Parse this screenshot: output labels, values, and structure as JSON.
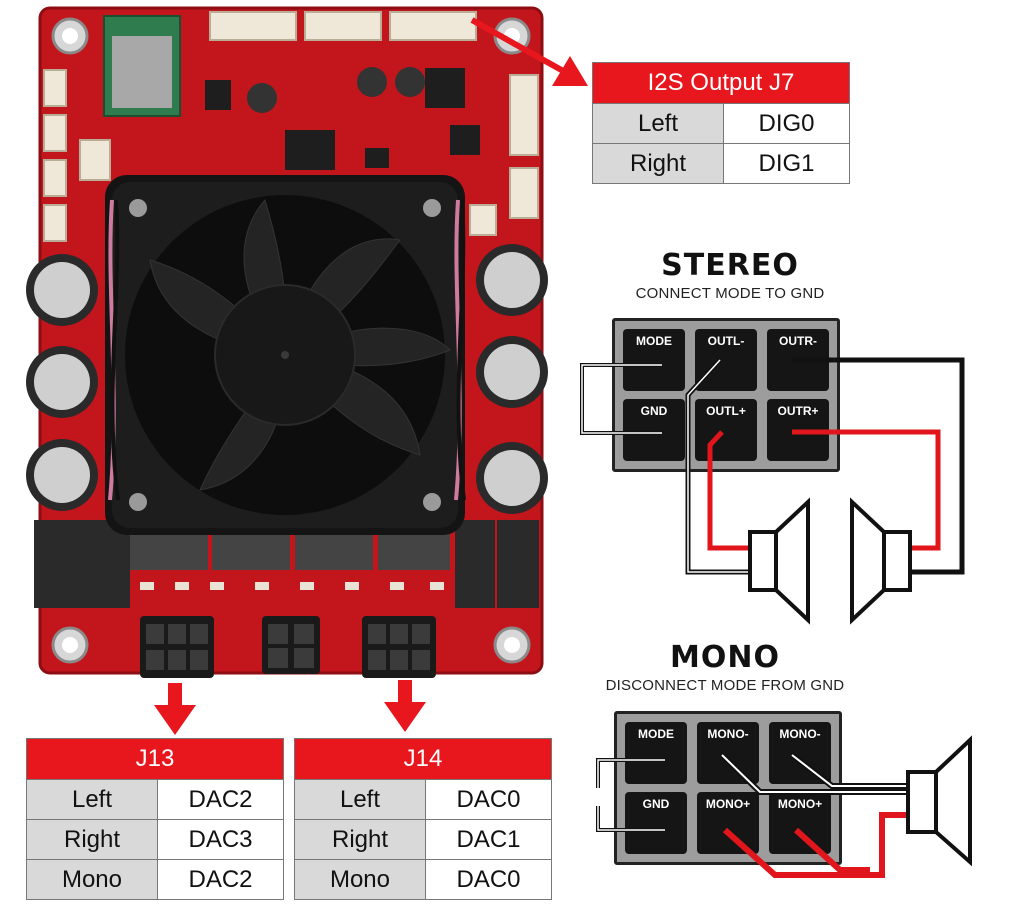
{
  "tables": {
    "i2s": {
      "title": "I2S Output J7",
      "rows": [
        {
          "label": "Left",
          "value": "DIG0"
        },
        {
          "label": "Right",
          "value": "DIG1"
        }
      ]
    },
    "j13": {
      "title": "J13",
      "rows": [
        {
          "label": "Left",
          "value": "DAC2"
        },
        {
          "label": "Right",
          "value": "DAC3"
        },
        {
          "label": "Mono",
          "value": "DAC2"
        }
      ]
    },
    "j14": {
      "title": "J14",
      "rows": [
        {
          "label": "Left",
          "value": "DAC0"
        },
        {
          "label": "Right",
          "value": "DAC1"
        },
        {
          "label": "Mono",
          "value": "DAC0"
        }
      ]
    }
  },
  "stereo": {
    "title": "STEREO",
    "subtitle": "CONNECT MODE TO GND",
    "terminals": {
      "mode": "MODE",
      "outl_minus": "OUTL-",
      "outr_minus": "OUTR-",
      "gnd": "GND",
      "outl_plus": "OUTL+",
      "outr_plus": "OUTR+"
    }
  },
  "mono": {
    "title": "MONO",
    "subtitle": "DISCONNECT MODE FROM GND",
    "terminals": {
      "mode": "MODE",
      "mono_minus_1": "MONO-",
      "mono_minus_2": "MONO-",
      "gnd": "GND",
      "mono_plus_1": "MONO+",
      "mono_plus_2": "MONO+"
    }
  },
  "colors": {
    "table_header": "#e8161d",
    "arrow": "#e8161d",
    "pcb": "#c3161c",
    "wire_red": "#e0161c",
    "wire_black": "#111111"
  }
}
